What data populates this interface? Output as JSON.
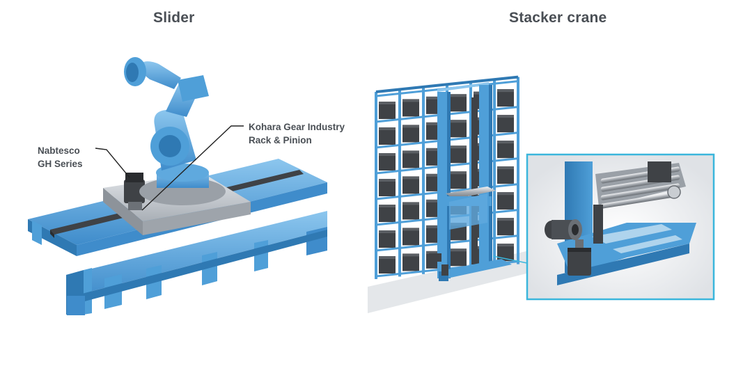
{
  "titles": {
    "slider": "Slider",
    "stacker_crane": "Stacker crane"
  },
  "callouts": {
    "nabtesco": {
      "line1": "Nabtesco",
      "line2": "GH Series"
    },
    "kohara": {
      "line1": "Kohara Gear Industry",
      "line2": "Rack & Pinion"
    }
  },
  "colors": {
    "frame_blue": "#4f9fd8",
    "frame_dark": "#2f79b3",
    "frame_light": "#8cc6ee",
    "box_dark": "#3f4246",
    "plate_grey": "#b9bec4",
    "inset_border": "#3ab6dc",
    "text": "#4a4f55"
  }
}
